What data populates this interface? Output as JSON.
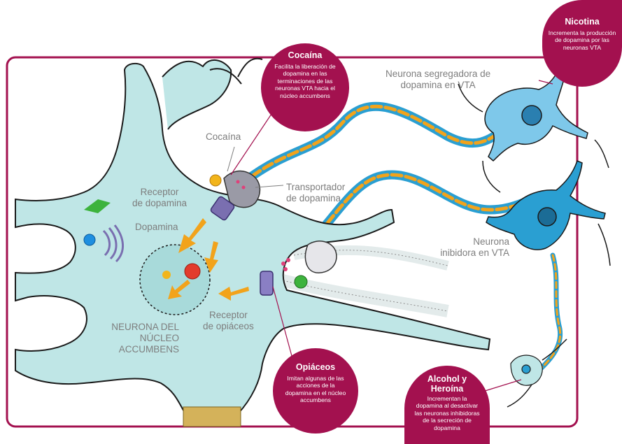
{
  "labels": {
    "cocaina_small": "Cocaína",
    "receptor_dopamina": [
      "Receptor",
      "de dopamina"
    ],
    "dopamina": "Dopamina",
    "transportador": [
      "Transportador",
      "de dopamina"
    ],
    "receptor_opiaceos": [
      "Receptor",
      "de opiáceos"
    ],
    "neurona_accumbens": [
      "NEURONA DEL",
      "NÚCLEO",
      "ACCUMBENS"
    ],
    "neurona_vta_seg": [
      "Neurona segregadora de",
      "dopamina en VTA"
    ],
    "neurona_vta_inh": [
      "Neurona",
      "inibidora en VTA"
    ]
  },
  "callouts": {
    "cocaina": {
      "title": "Cocaína",
      "text": [
        "Facilita la liberación de",
        "dopamina en las",
        "terminaciones de las",
        "neuronas VTA hacia el",
        "núcleo accumbens"
      ]
    },
    "nicotina": {
      "title": "Nicotina",
      "text": [
        "Incrementa la producción",
        "de dopamina por las",
        "neuronas VTA"
      ]
    },
    "opiaceos": {
      "title": "Opiáceos",
      "text": [
        "Imitan algunas de las",
        "acciones de la",
        "dopamina en el núcleo",
        "accumbens"
      ]
    },
    "alcohol": {
      "title": [
        "Alcohol y",
        "Heroína"
      ],
      "text": [
        "Incrementan la",
        "dopamina al desactivar",
        "las neuronas inhibidoras",
        "de la secreción de",
        "dopamina"
      ]
    }
  },
  "colors": {
    "frame": "#a3114f",
    "neuron_fill": "#bfe6e6",
    "vta_light": "#7ec8ea",
    "vta_dark": "#2a9fd2",
    "arrow": "#f2a31b",
    "label_gray": "#7d7d7d"
  }
}
